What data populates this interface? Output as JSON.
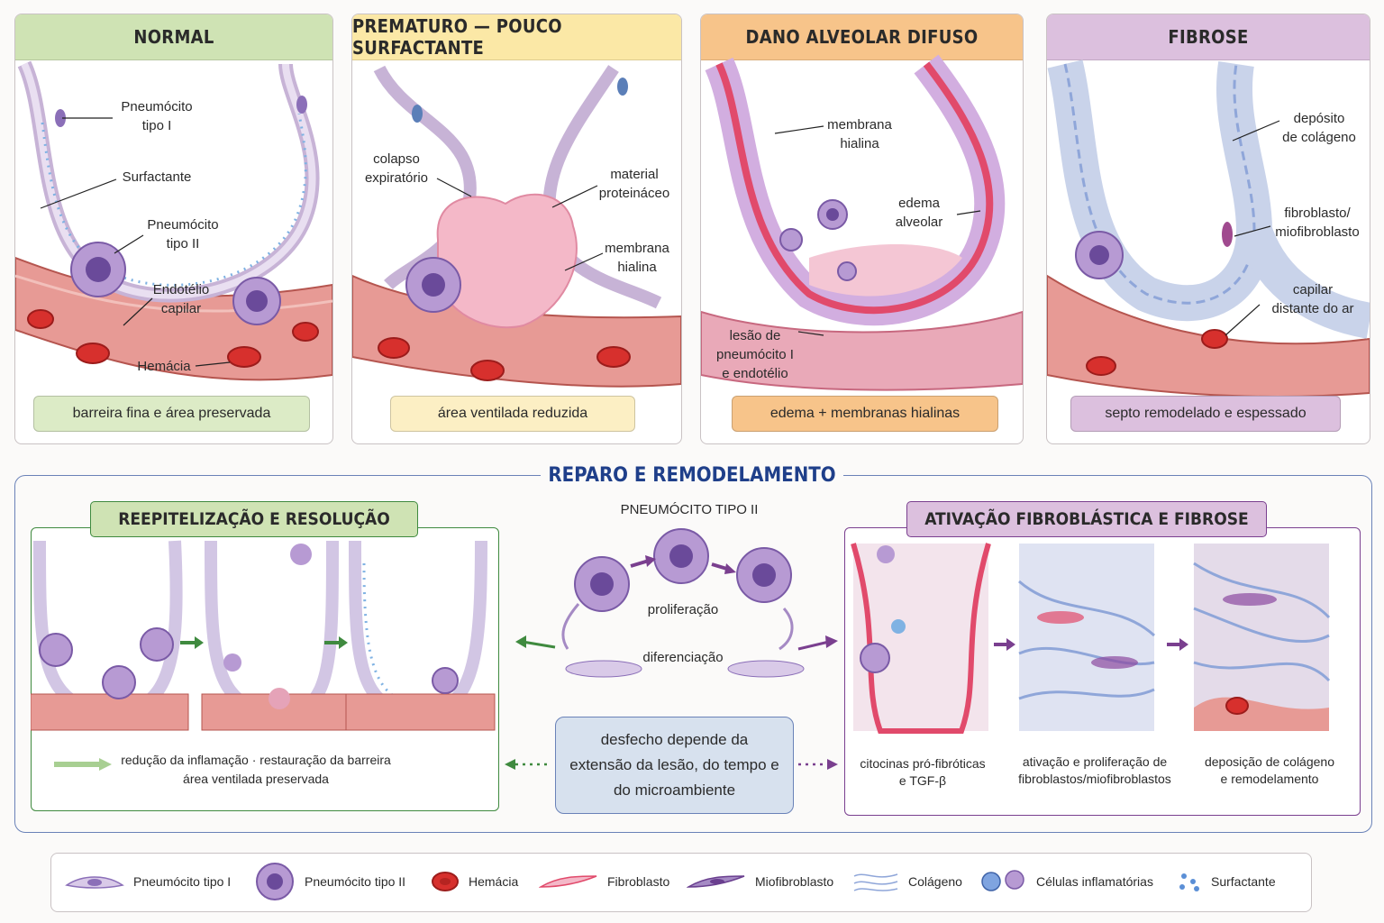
{
  "panels": [
    {
      "title": "NORMAL",
      "caption": "barreira fina e área preservada",
      "labels": [
        "Pneumócito\ntipo I",
        "Surfactante",
        "Pneumócito\ntipo II",
        "Endotélio\ncapilar",
        "Hemácia"
      ]
    },
    {
      "title": "PREMATURO — POUCO SURFACTANTE",
      "caption": "área ventilada reduzida",
      "labels": [
        "colapso\nexpiratório",
        "material\nproteináceo",
        "membrana\nhialina"
      ]
    },
    {
      "title": "DANO ALVEOLAR DIFUSO",
      "caption": "edema + membranas hialinas",
      "labels": [
        "membrana\nhialina",
        "edema\nalveolar",
        "lesão de\npneumócito I\ne endotélio"
      ]
    },
    {
      "title": "FIBROSE",
      "caption": "septo remodelado e espessado",
      "labels": [
        "depósito\nde colágeno",
        "fibroblasto/\nmiofibroblasto",
        "capilar\ndistante do ar"
      ]
    }
  ],
  "repair": {
    "title": "REPARO E REMODELAMENTO",
    "left_box": {
      "title": "REEPITELIZAÇÃO E RESOLUÇÃO",
      "caption_line1": "redução da inflamação · restauração da barreira",
      "caption_line2": "área ventilada preservada"
    },
    "center": {
      "title": "PNEUMÓCITO TIPO II",
      "proliferation": "proliferação",
      "differentiation": "diferenciação",
      "outcome": "desfecho depende da extensão da lesão, do tempo e do microambiente"
    },
    "right_box": {
      "title": "ATIVAÇÃO FIBROBLÁSTICA E FIBROSE",
      "steps": [
        "citocinas pró-fibróticas\ne TGF-β",
        "ativação e proliferação de\nfibroblastos/miofibroblastos",
        "deposição de colágeno\ne remodelamento"
      ]
    }
  },
  "legend": [
    {
      "icon": "type-1-pneumocyte-icon",
      "label": "Pneumócito tipo I"
    },
    {
      "icon": "type-2-pneumocyte-icon",
      "label": "Pneumócito tipo II"
    },
    {
      "icon": "red-blood-cell-icon",
      "label": "Hemácia"
    },
    {
      "icon": "fibroblast-icon",
      "label": "Fibroblasto"
    },
    {
      "icon": "myofibroblast-icon",
      "label": "Miofibroblasto"
    },
    {
      "icon": "collagen-icon",
      "label": "Colágeno"
    },
    {
      "icon": "inflammatory-cells-icon",
      "label": "Células inflamatórias"
    },
    {
      "icon": "surfactant-icon",
      "label": "Surfactante"
    }
  ],
  "colors": {
    "normal": "#cfe3b4",
    "premature": "#fbe8a6",
    "dad": "#f7c48a",
    "fibrosis": "#dcc0de",
    "repair_border": "#1f3f8a",
    "repair_title": "#1f3f8a",
    "green_arrow": "#3f8a3f",
    "purple_arrow": "#7a3f8f",
    "outcome_box": "#d7e1ee"
  }
}
